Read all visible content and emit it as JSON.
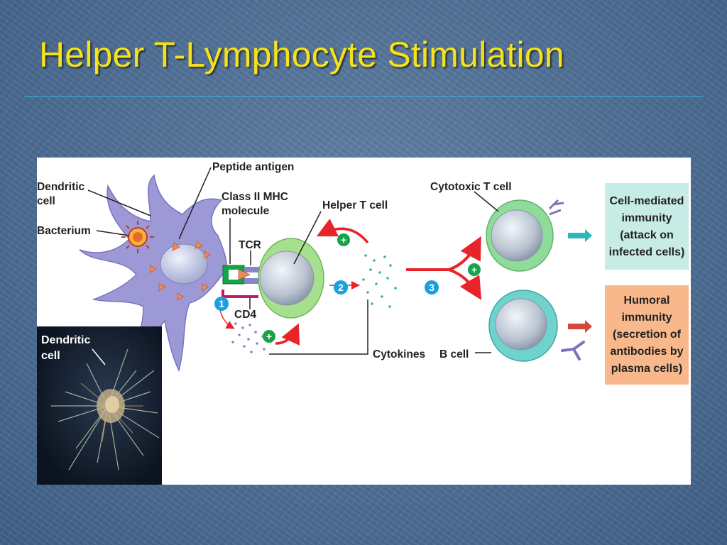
{
  "slide": {
    "title": "Helper T-Lymphocyte Stimulation"
  },
  "diagram": {
    "labels": {
      "dendritic_cell": [
        "Dendritic",
        "cell"
      ],
      "bacterium": "Bacterium",
      "peptide_antigen": "Peptide antigen",
      "class_ii_mhc": [
        "Class II MHC",
        "molecule"
      ],
      "tcr": "TCR",
      "cd4": "CD4",
      "helper_t_cell": "Helper T cell",
      "cytotoxic_t_cell": "Cytotoxic T cell",
      "b_cell": "B cell",
      "cytokines": "Cytokines",
      "photo_dendritic_cell": [
        "Dendritic",
        "cell"
      ]
    },
    "steps": [
      "1",
      "2",
      "3"
    ],
    "plus_sign": "+",
    "outcomes": {
      "cell_mediated": [
        "Cell-mediated",
        "immunity",
        "(attack on",
        "infected cells)"
      ],
      "humoral": [
        "Humoral",
        "immunity",
        "(secretion of",
        "antibodies by",
        "plasma cells)"
      ]
    },
    "colors": {
      "title": "#f4e21a",
      "background": "#4f6f95",
      "dendritic_cell": "#9d98d6",
      "helper_t_cell": "#a6e08e",
      "cytotoxic_t_cell": "#8fdc9a",
      "b_cell": "#6fd3cc",
      "cell_mediated_box": "#c7ece6",
      "humoral_box": "#f8b88c",
      "red_arrow": "#e8232a",
      "step_circle": "#1aa0de",
      "plus_circle": "#16a34a"
    }
  }
}
